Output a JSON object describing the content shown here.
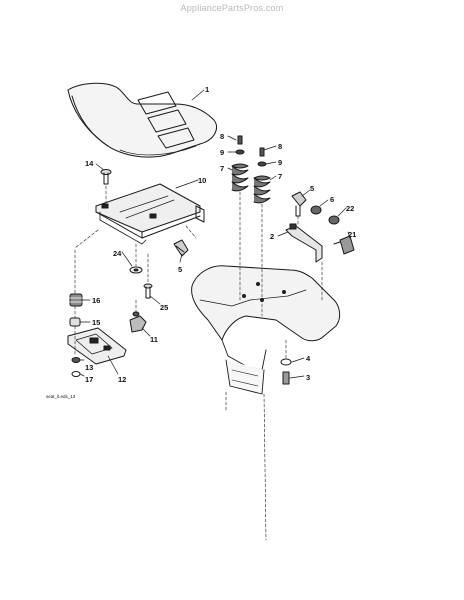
{
  "watermark": "AppliancePartsPros.com",
  "diagram_ref": "seat_lt.eds_13",
  "callouts": {
    "c1": "1",
    "c2": "2",
    "c3": "3",
    "c4": "4",
    "c5a": "5",
    "c5b": "5",
    "c6": "6",
    "c7a": "7",
    "c7b": "7",
    "c8a": "8",
    "c8b": "8",
    "c9a": "9",
    "c9b": "9",
    "c10": "10",
    "c11": "11",
    "c12": "12",
    "c13": "13",
    "c14": "14",
    "c15": "15",
    "c16": "16",
    "c17": "17",
    "c21": "21",
    "c22": "22",
    "c24": "24",
    "c25": "25"
  }
}
